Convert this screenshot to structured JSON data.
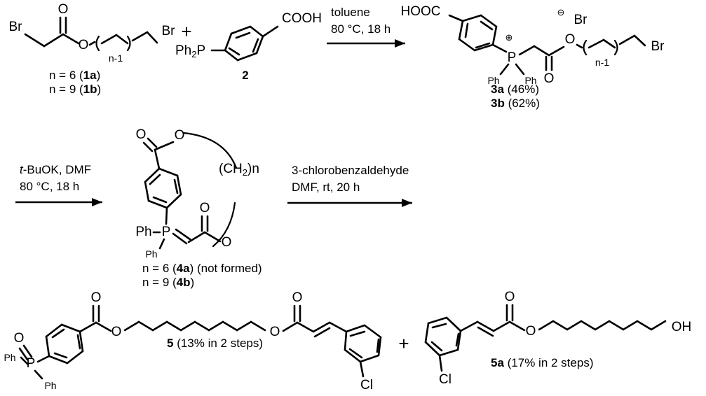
{
  "scheme": {
    "title": "Synthesis of macrocyclic phosphorus ylide and Wittig products",
    "steps": [
      {
        "id": "step-1",
        "reagents": [
          "1a/1b bromoalkyl bromoacetate",
          "2 (4-diphenylphosphinobenzoic acid)"
        ],
        "conditions": [
          "toluene",
          "80 °C, 18 h"
        ],
        "products": [
          "3a",
          "3b"
        ]
      },
      {
        "id": "step-2",
        "conditions": [
          "t-BuOK, DMF",
          "80 °C, 18 h"
        ],
        "products": [
          "4a",
          "4b"
        ]
      },
      {
        "id": "step-3",
        "conditions": [
          "3-chlorobenzaldehyde",
          "DMF, rt, 20 h"
        ],
        "products": [
          "5",
          "5a"
        ]
      }
    ]
  },
  "row1": {
    "sm1": {
      "atom_br_left": "Br",
      "atom_o_carbonyl": "O",
      "atom_o_ester": "O",
      "atom_br_right": "Br",
      "repeat_label": "n-1",
      "caption_line1_pre": "n = 6 (",
      "caption_line1_bold": "1a",
      "caption_line1_post": ")",
      "caption_line2_pre": "n = 9 (",
      "caption_line2_bold": "1b",
      "caption_line2_post": ")"
    },
    "plus": "+",
    "sm2": {
      "label_ph2p": "Ph",
      "label_ph2p_sub": "2",
      "label_ph2p_end": "P",
      "label_cooh": "COOH",
      "caption_bold": "2"
    },
    "arrow1": {
      "line1": "toluene",
      "line2": "80 °C, 18 h"
    },
    "product3": {
      "label_hooc": "HOOC",
      "atom_p": "P",
      "charge_plus": "⊕",
      "charge_minus": "⊖",
      "counterion": "Br",
      "label_ph_left": "Ph",
      "label_ph_right": "Ph",
      "atom_o_ester": "O",
      "atom_o_carbonyl": "O",
      "atom_br_end": "Br",
      "repeat_label": "n-1",
      "caption_line1_bold": "3a",
      "caption_line1_post": " (46%)",
      "caption_line2_bold": "3b",
      "caption_line2_post": " (62%)"
    }
  },
  "row2": {
    "arrow2": {
      "line1_italic": "t",
      "line1_rest": "-BuOK, DMF",
      "line2": "80 °C, 18 h"
    },
    "ylide4": {
      "atom_o_carbonyl_top": "O",
      "atom_o_ester_top": "O",
      "chain_label_pre": "(CH",
      "chain_label_sub": "2",
      "chain_label_post": ")n",
      "label_ph_left": "Ph",
      "atom_p": "P",
      "label_ph_below": "Ph",
      "atom_o_carbonyl_bottom": "O",
      "atom_o_ester_bottom": "O",
      "caption_line1_pre": "n = 6 (",
      "caption_line1_bold": "4a",
      "caption_line1_post": ") (not formed)",
      "caption_line2_pre": "n = 9 (",
      "caption_line2_bold": "4b",
      "caption_line2_post": ")"
    },
    "arrow3": {
      "line1": "3-chlorobenzaldehyde",
      "line2": "DMF, rt, 20 h"
    }
  },
  "row3": {
    "product5": {
      "label_ph_left": "Ph",
      "label_ph_below": "Ph",
      "atom_p": "P",
      "atom_o_pox": "O",
      "atom_o_carbonyl": "O",
      "atom_o_ester": "O",
      "atom_o_carbonyl2": "O",
      "atom_o_ester2": "O",
      "atom_cl": "Cl",
      "caption_bold": "5",
      "caption_rest": " (13% in 2 steps)"
    },
    "plus": "+",
    "product5a": {
      "atom_cl": "Cl",
      "atom_o_carbonyl": "O",
      "atom_o_ester": "O",
      "atom_oh": "OH",
      "caption_bold": "5a",
      "caption_rest": " (17% in 2 steps)"
    }
  },
  "colors": {
    "ink": "#000000",
    "background": "#ffffff"
  }
}
